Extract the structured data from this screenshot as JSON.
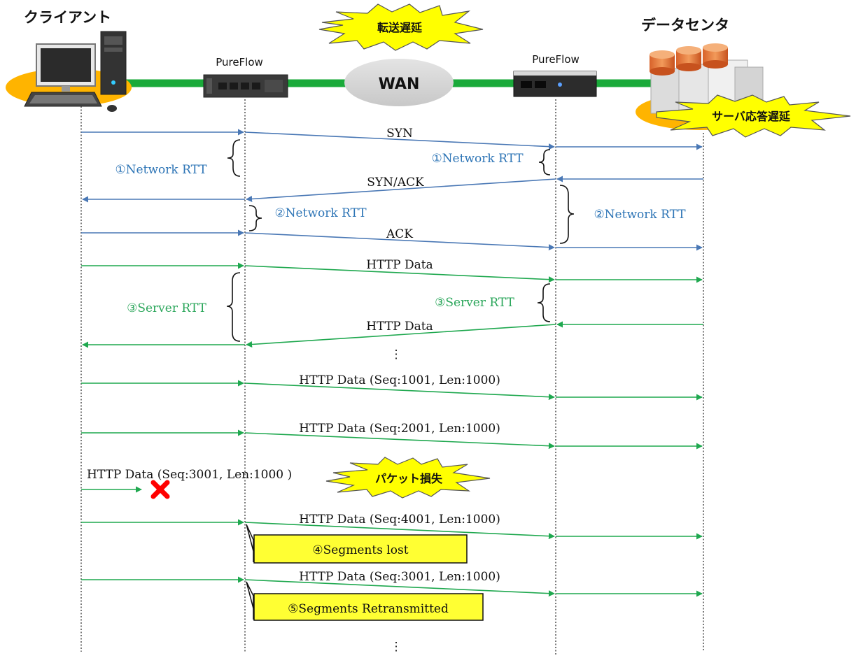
{
  "header": {
    "client_label": "クライアント",
    "datacenter_label": "データセンタ",
    "pureflow_left": "PureFlow",
    "pureflow_right": "PureFlow",
    "wan_label": "WAN"
  },
  "bursts": {
    "transfer_delay": "転送遅延",
    "server_delay": "サーバ応答遅延",
    "packet_loss": "パケット損失"
  },
  "messages": {
    "syn": "SYN",
    "syn_ack": "SYN/ACK",
    "ack": "ACK",
    "http_data_1": "HTTP Data",
    "http_data_2": "HTTP Data",
    "seq1001": "HTTP Data (Seq:1001, Len:1000)",
    "seq2001": "HTTP Data (Seq:2001, Len:1000)",
    "seq3001_lost": "HTTP Data (Seq:3001, Len:1000 )",
    "seq4001": "HTTP Data (Seq:4001, Len:1000)",
    "seq3001_retx": "HTTP Data (Seq:3001, Len:1000)",
    "ellipsis_1": "⋮",
    "ellipsis_2": "⋮"
  },
  "annotations": {
    "net_rtt_1_left": "①Network RTT",
    "net_rtt_1_right": "①Network RTT",
    "net_rtt_2_left": "②Network RTT",
    "net_rtt_2_right": "②Network RTT",
    "server_rtt_left": "③Server RTT",
    "server_rtt_right": "③Server RTT",
    "segments_lost": "④Segments lost",
    "segments_retx": "⑤Segments Retransmitted"
  },
  "colors": {
    "blue": "#4a78b5",
    "green": "#1fa84f",
    "network_line": "#1aaa3a",
    "burst_fill": "#ffff00",
    "note_fill": "#ffff33",
    "loss_mark": "#ff0000"
  }
}
